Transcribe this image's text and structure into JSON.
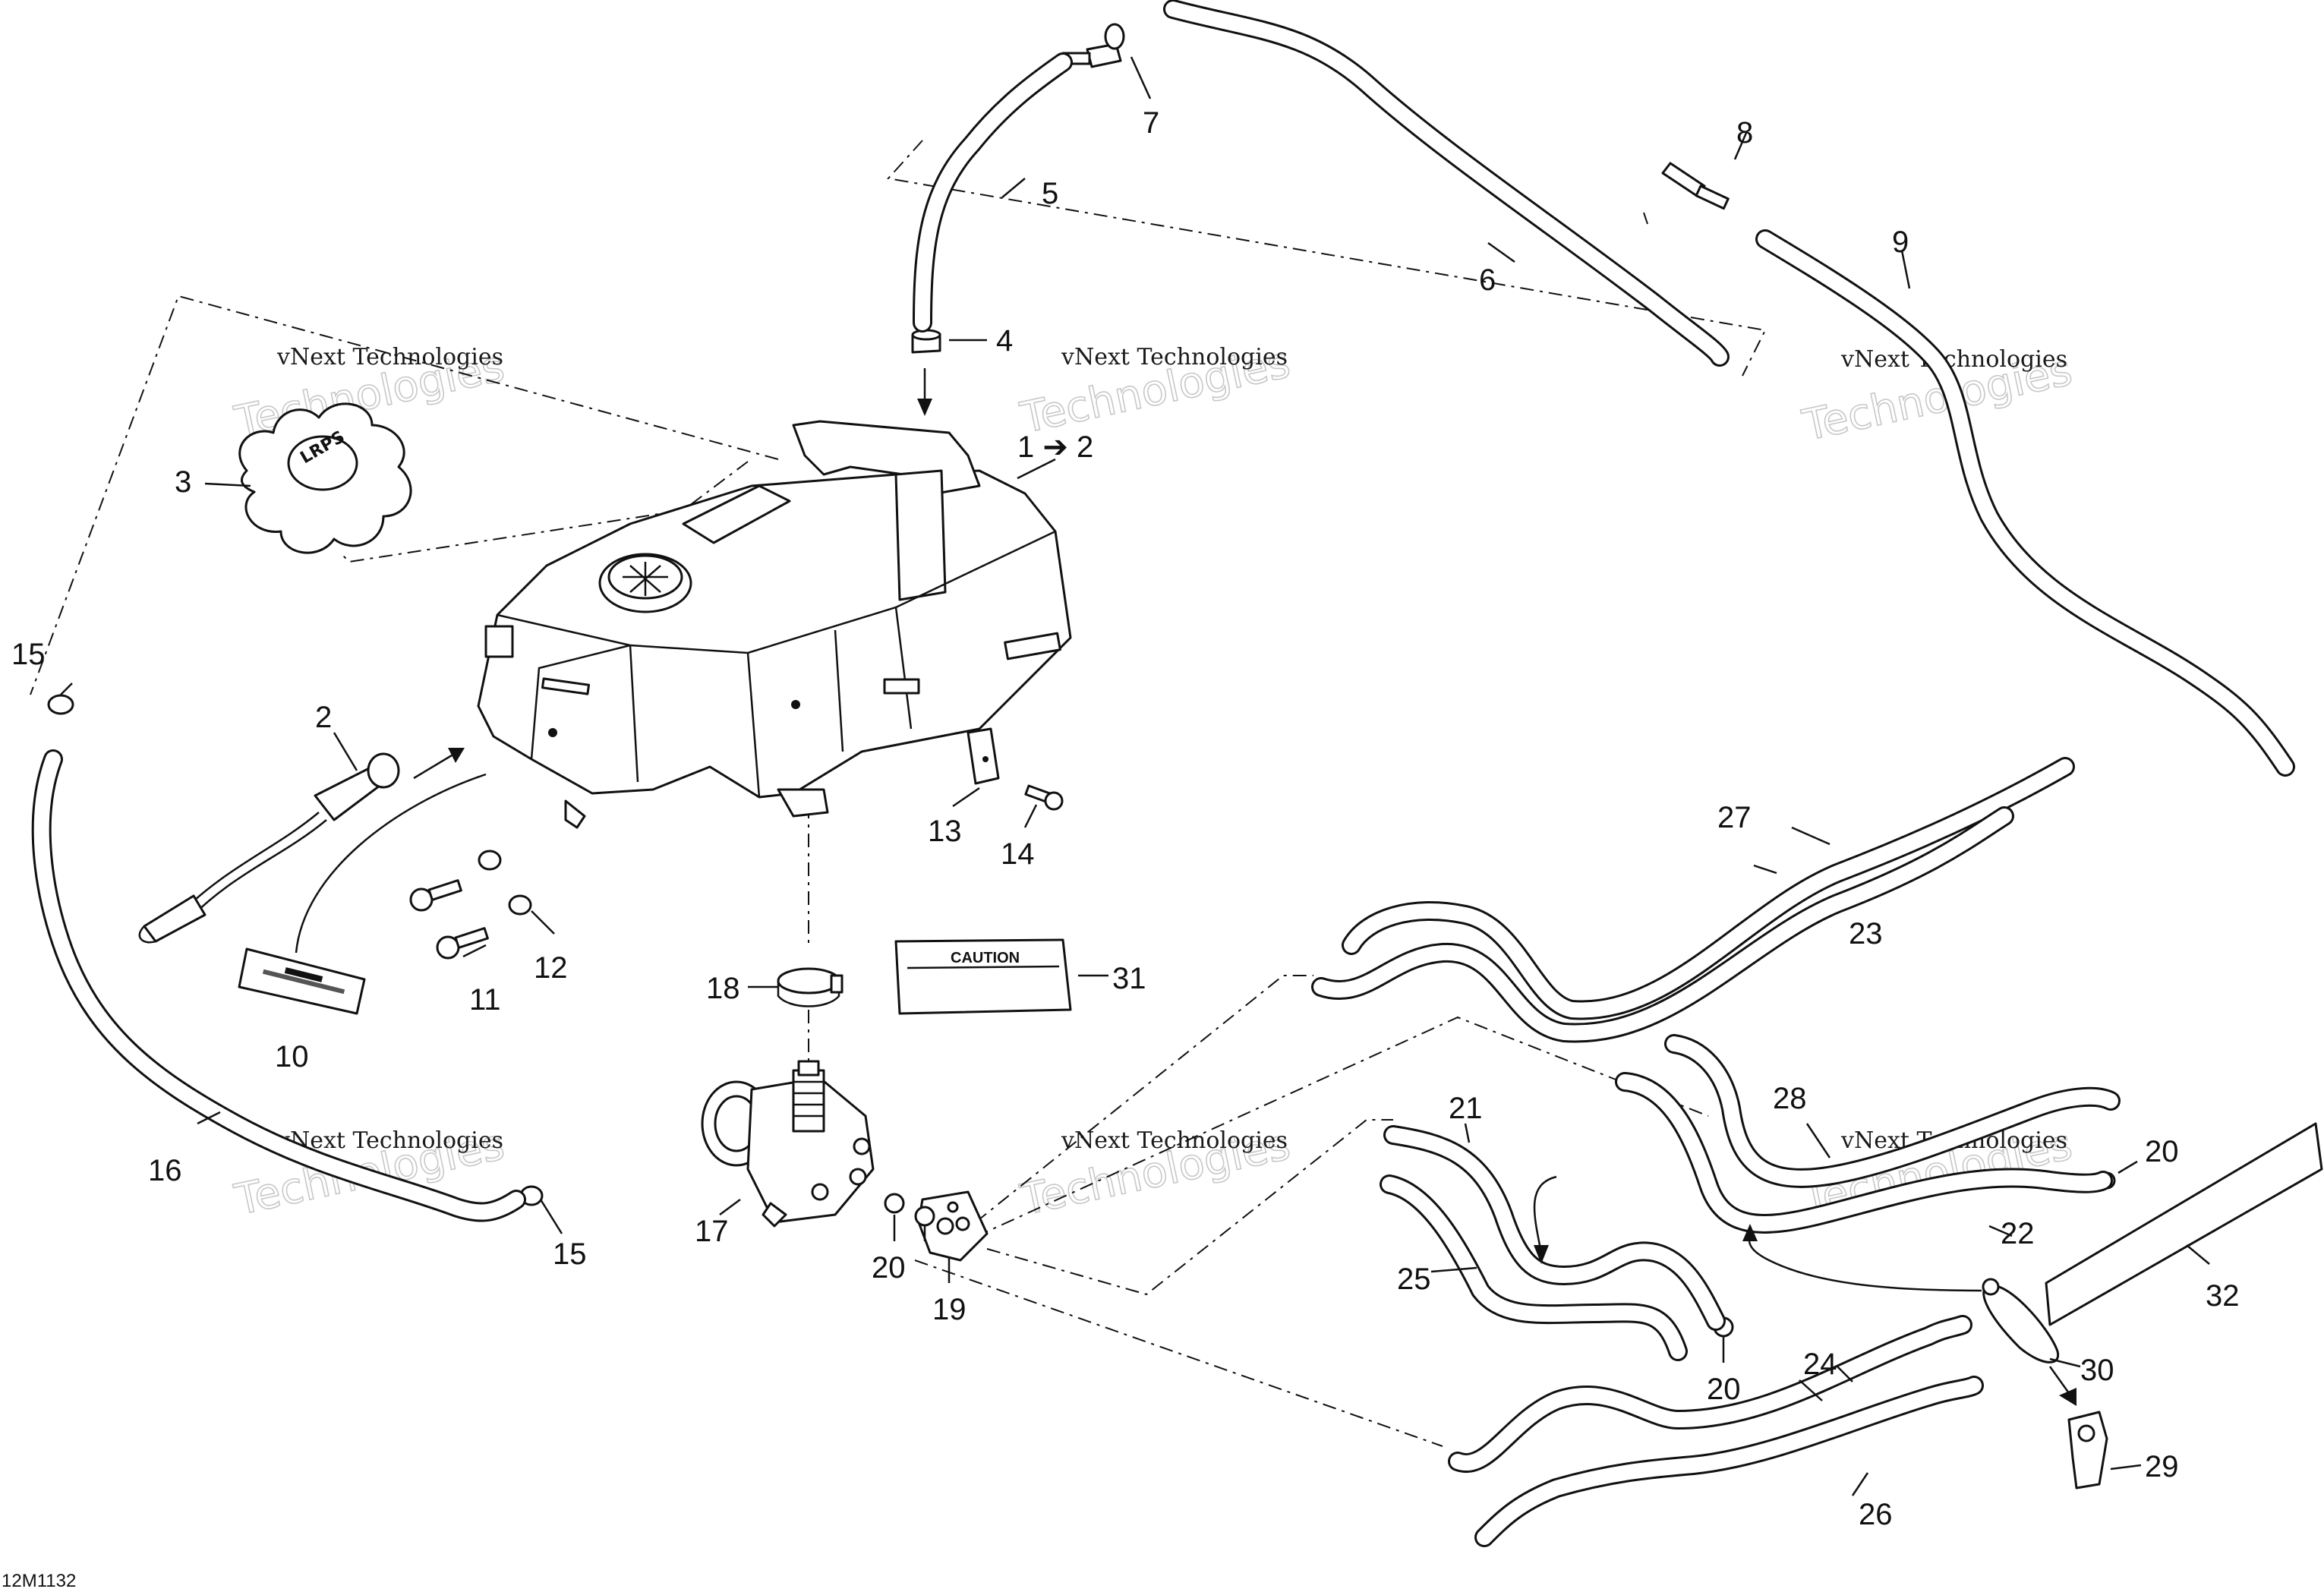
{
  "diagram_code": "12M1132",
  "watermark": {
    "line1": "vNext Technologies",
    "line2": "Technologies"
  },
  "callouts": {
    "c1": "1 ➔ 2",
    "c2": "2",
    "c3": "3",
    "c4": "4",
    "c5": "5",
    "c6": "6",
    "c7": "7",
    "c8": "8",
    "c9": "9",
    "c10": "10",
    "c11": "11",
    "c12": "12",
    "c13": "13",
    "c14": "14",
    "c15a": "15",
    "c15b": "15",
    "c16": "16",
    "c17": "17",
    "c18": "18",
    "c19": "19",
    "c20a": "20",
    "c20b": "20",
    "c20c": "20",
    "c21": "21",
    "c22": "22",
    "c23": "23",
    "c24": "24",
    "c25": "25",
    "c26": "26",
    "c27": "27",
    "c28": "28",
    "c29": "29",
    "c30": "30",
    "c31": "31",
    "c32": "32"
  },
  "labels": {
    "caution_decal": "CAUTION"
  }
}
